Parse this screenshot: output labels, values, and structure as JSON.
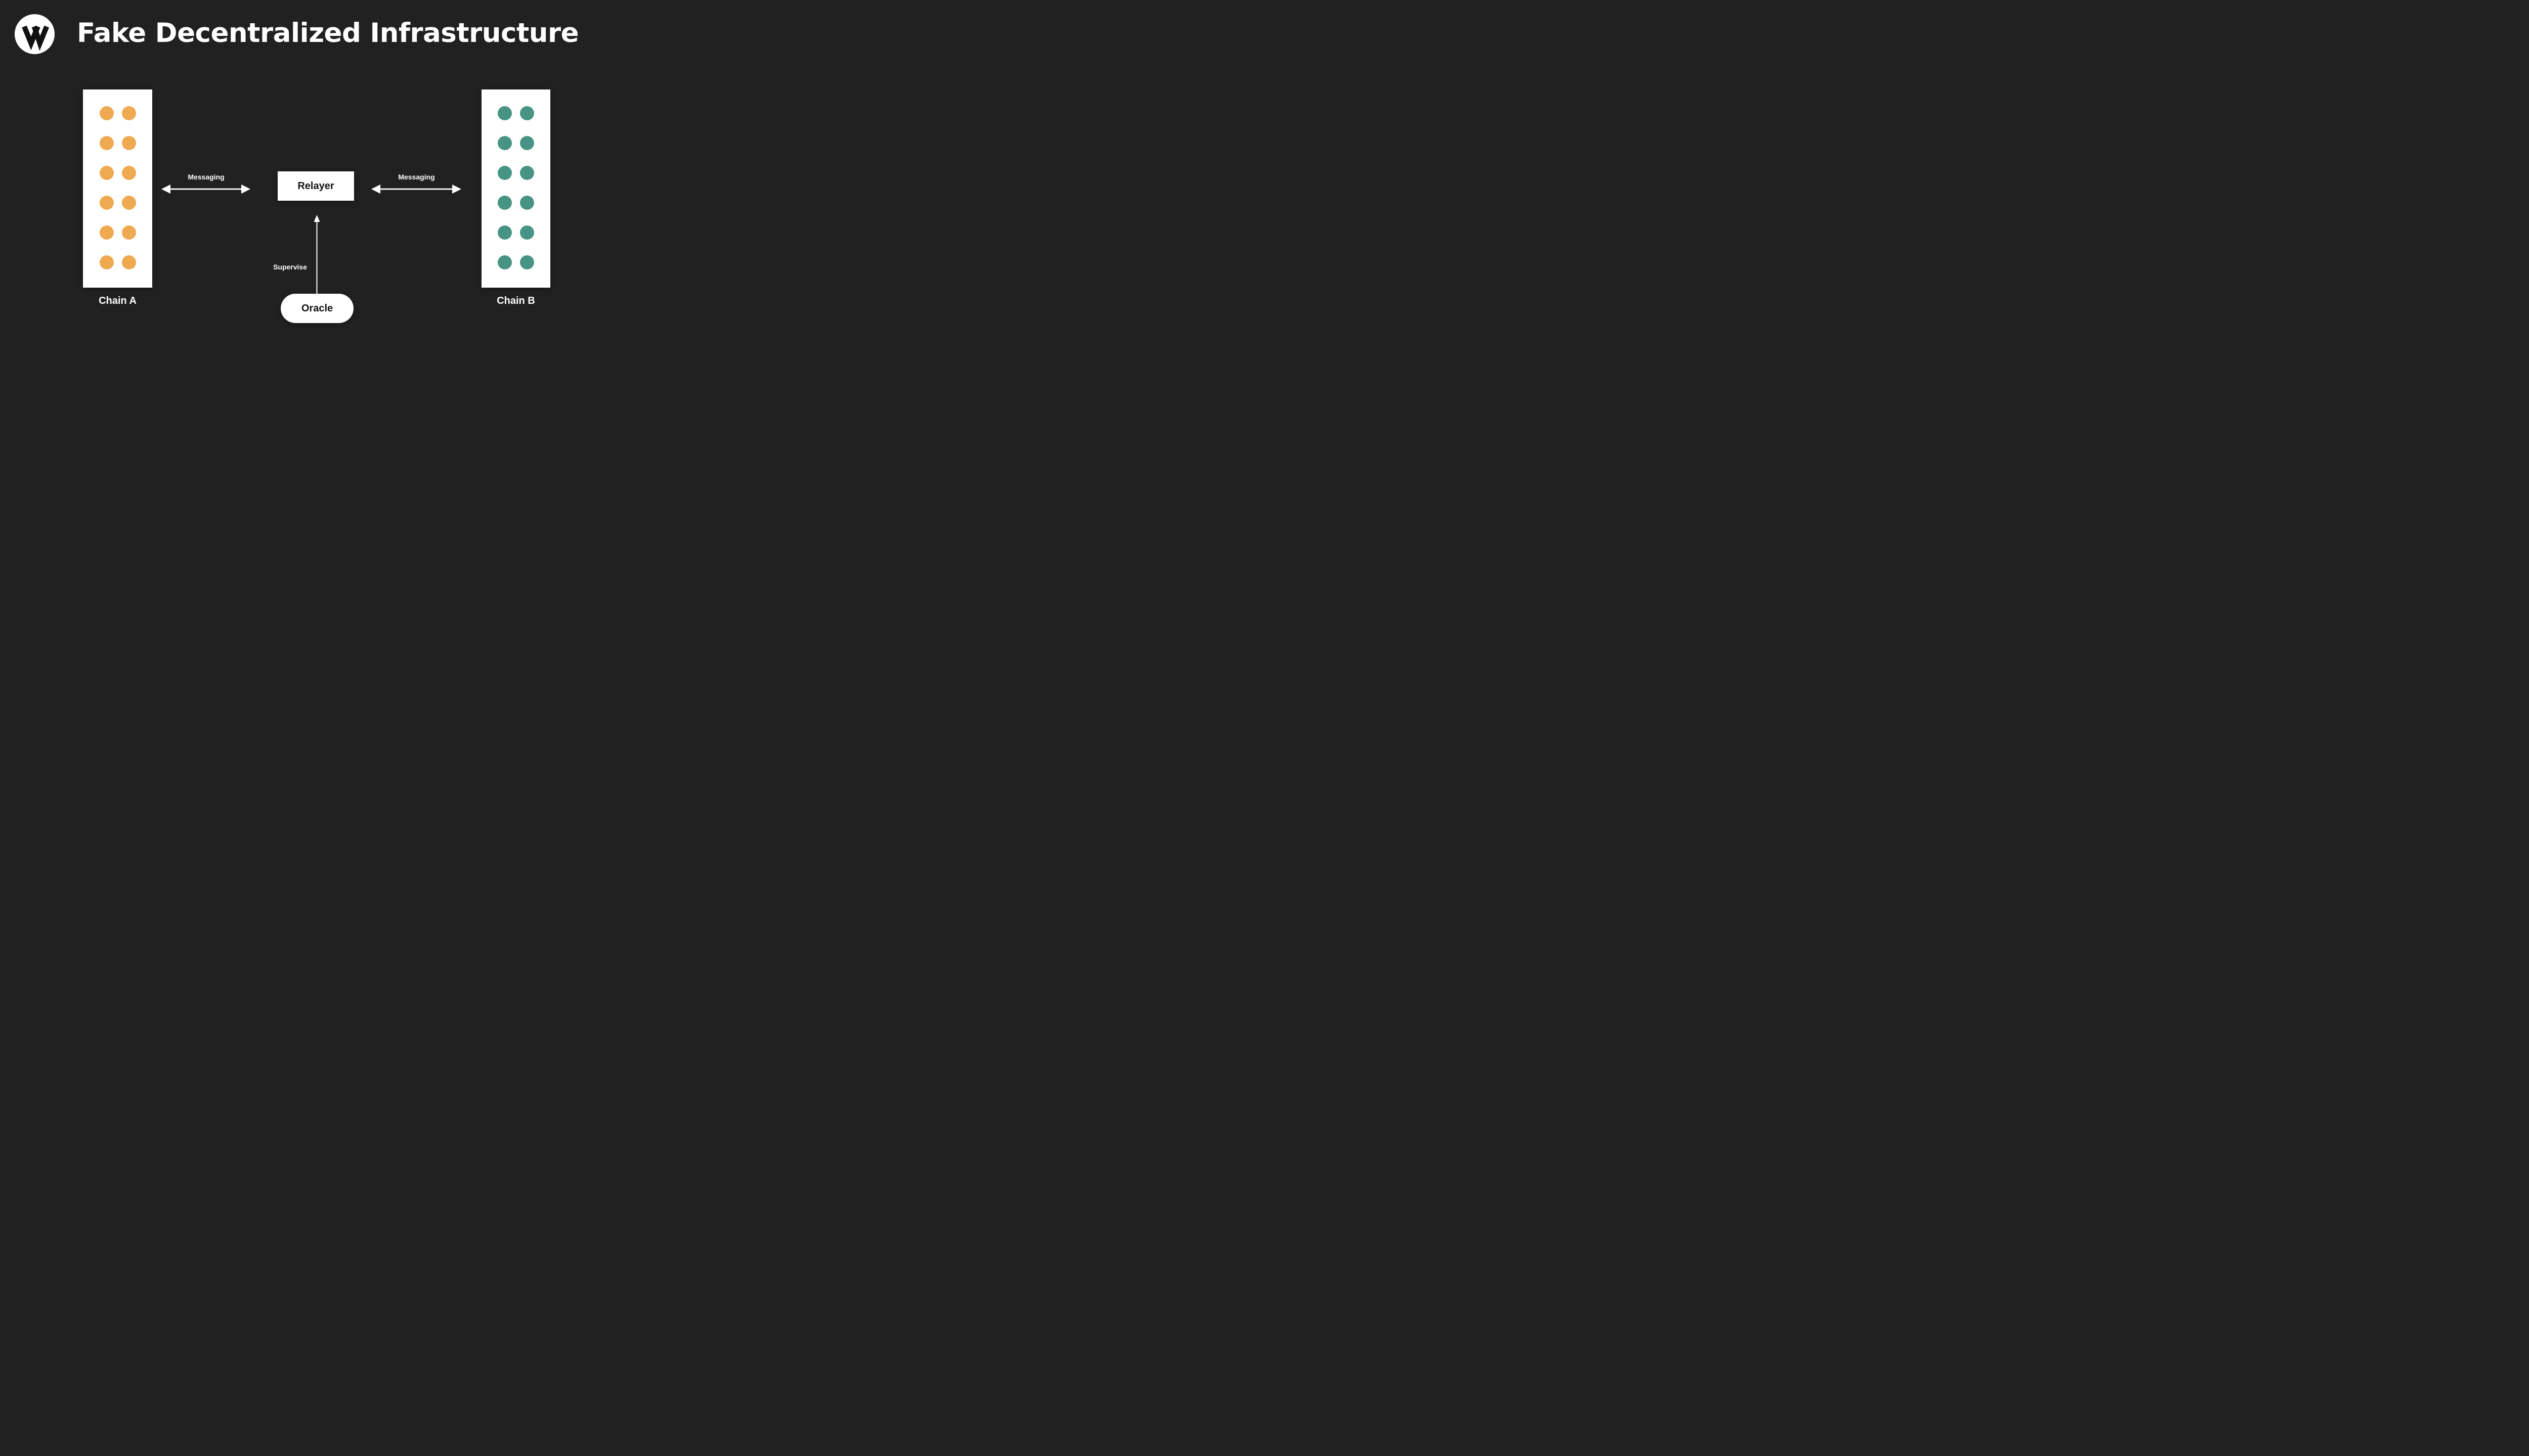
{
  "header": {
    "logo_letter": "W",
    "title": "Fake Decentralized Infrastructure"
  },
  "diagram": {
    "chain_a": {
      "label": "Chain A",
      "dot_color": "#EFA951",
      "dot_rows": 6,
      "dot_cols": 2
    },
    "chain_b": {
      "label": "Chain B",
      "dot_color": "#479484",
      "dot_rows": 6,
      "dot_cols": 2
    },
    "relayer": {
      "label": "Relayer"
    },
    "oracle": {
      "label": "Oracle"
    },
    "edges": {
      "messaging_left": "Messaging",
      "messaging_right": "Messaging",
      "supervise": "Supervise"
    }
  },
  "colors": {
    "background": "#212121",
    "shape_fill": "#FFFFFF",
    "text_on_shape": "#111111",
    "text_on_background": "#FFFFFF",
    "chain_a_dots": "#EFA951",
    "chain_b_dots": "#479484"
  }
}
